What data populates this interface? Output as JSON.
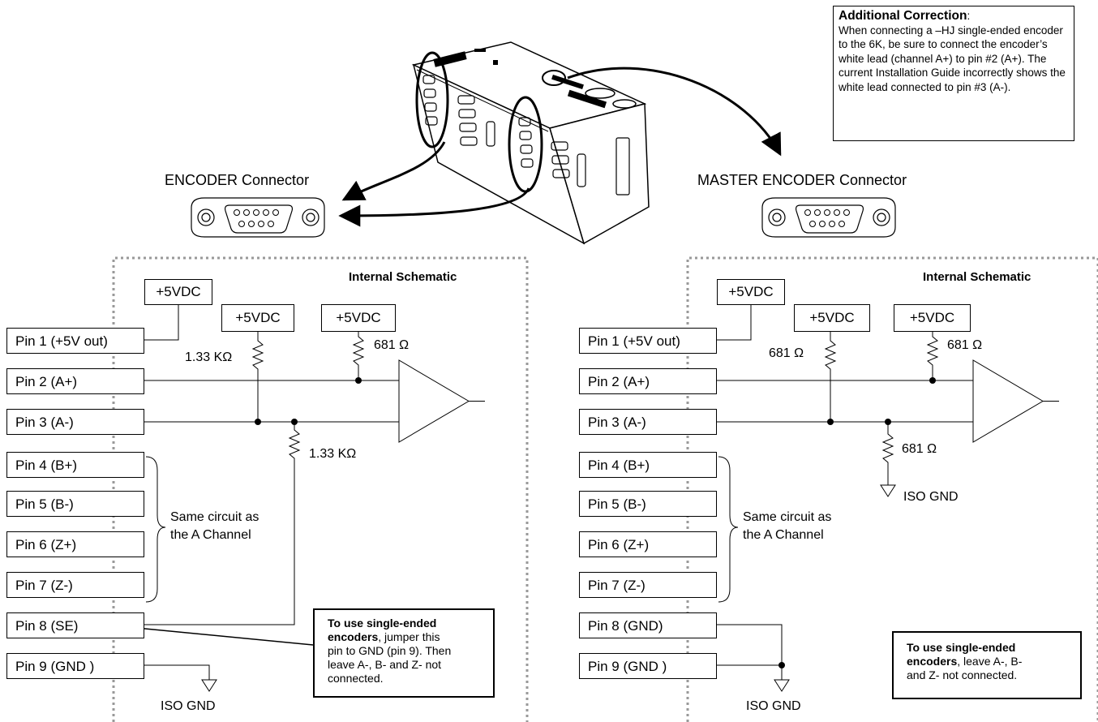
{
  "correction": {
    "title": "Additional Correction",
    "title_suffix": ":",
    "body": "When connecting a –HJ single-ended encoder to the 6K, be sure to connect the encoder’s white lead (channel A+) to pin #2 (A+). The current Installation Guide incorrectly shows the white lead connected to pin #3 (A-)."
  },
  "left": {
    "connector_title": "ENCODER Connector",
    "schematic_title": "Internal Schematic",
    "supplies": [
      "+5VDC",
      "+5VDC",
      "+5VDC"
    ],
    "pins": [
      "Pin 1 (+5V out)",
      "Pin 2 (A+)",
      "Pin 3 (A-)",
      "Pin 4 (B+)",
      "Pin 5 (B-)",
      "Pin 6 (Z+)",
      "Pin 7 (Z-)",
      "Pin 8 (SE)",
      "Pin 9 (GND )"
    ],
    "resistors": {
      "r_left": "1.33 KΩ",
      "r_right": "681 Ω",
      "r_bottom": "1.33 KΩ"
    },
    "same_circuit": [
      "Same circuit as",
      "the A Channel"
    ],
    "ground_label": "ISO GND",
    "note": {
      "bold_1": "To use single-ended",
      "bold_2": "encoders",
      "text_2": ", jumper this",
      "line_3": "pin to GND (pin 9). Then",
      "line_4": "leave A-, B- and Z- not",
      "line_5": "connected."
    }
  },
  "right": {
    "connector_title": "MASTER ENCODER Connector",
    "schematic_title": "Internal Schematic",
    "supplies": [
      "+5VDC",
      "+5VDC",
      "+5VDC"
    ],
    "pins": [
      "Pin 1 (+5V out)",
      "Pin 2 (A+)",
      "Pin 3 (A-)",
      "Pin 4 (B+)",
      "Pin 5 (B-)",
      "Pin 6 (Z+)",
      "Pin 7 (Z-)",
      "Pin 8 (GND)",
      "Pin 9 (GND )"
    ],
    "resistors": {
      "r_left": "681 Ω",
      "r_right": "681 Ω",
      "r_bottom": "681 Ω"
    },
    "same_circuit": [
      "Same circuit as",
      "the A Channel"
    ],
    "ground_mid": "ISO GND",
    "ground_label": "ISO GND",
    "note": {
      "bold_1": "To use single-ended",
      "bold_2": "encoders",
      "text_2": ", leave A-, B-",
      "line_3": "and Z- not connected."
    }
  }
}
